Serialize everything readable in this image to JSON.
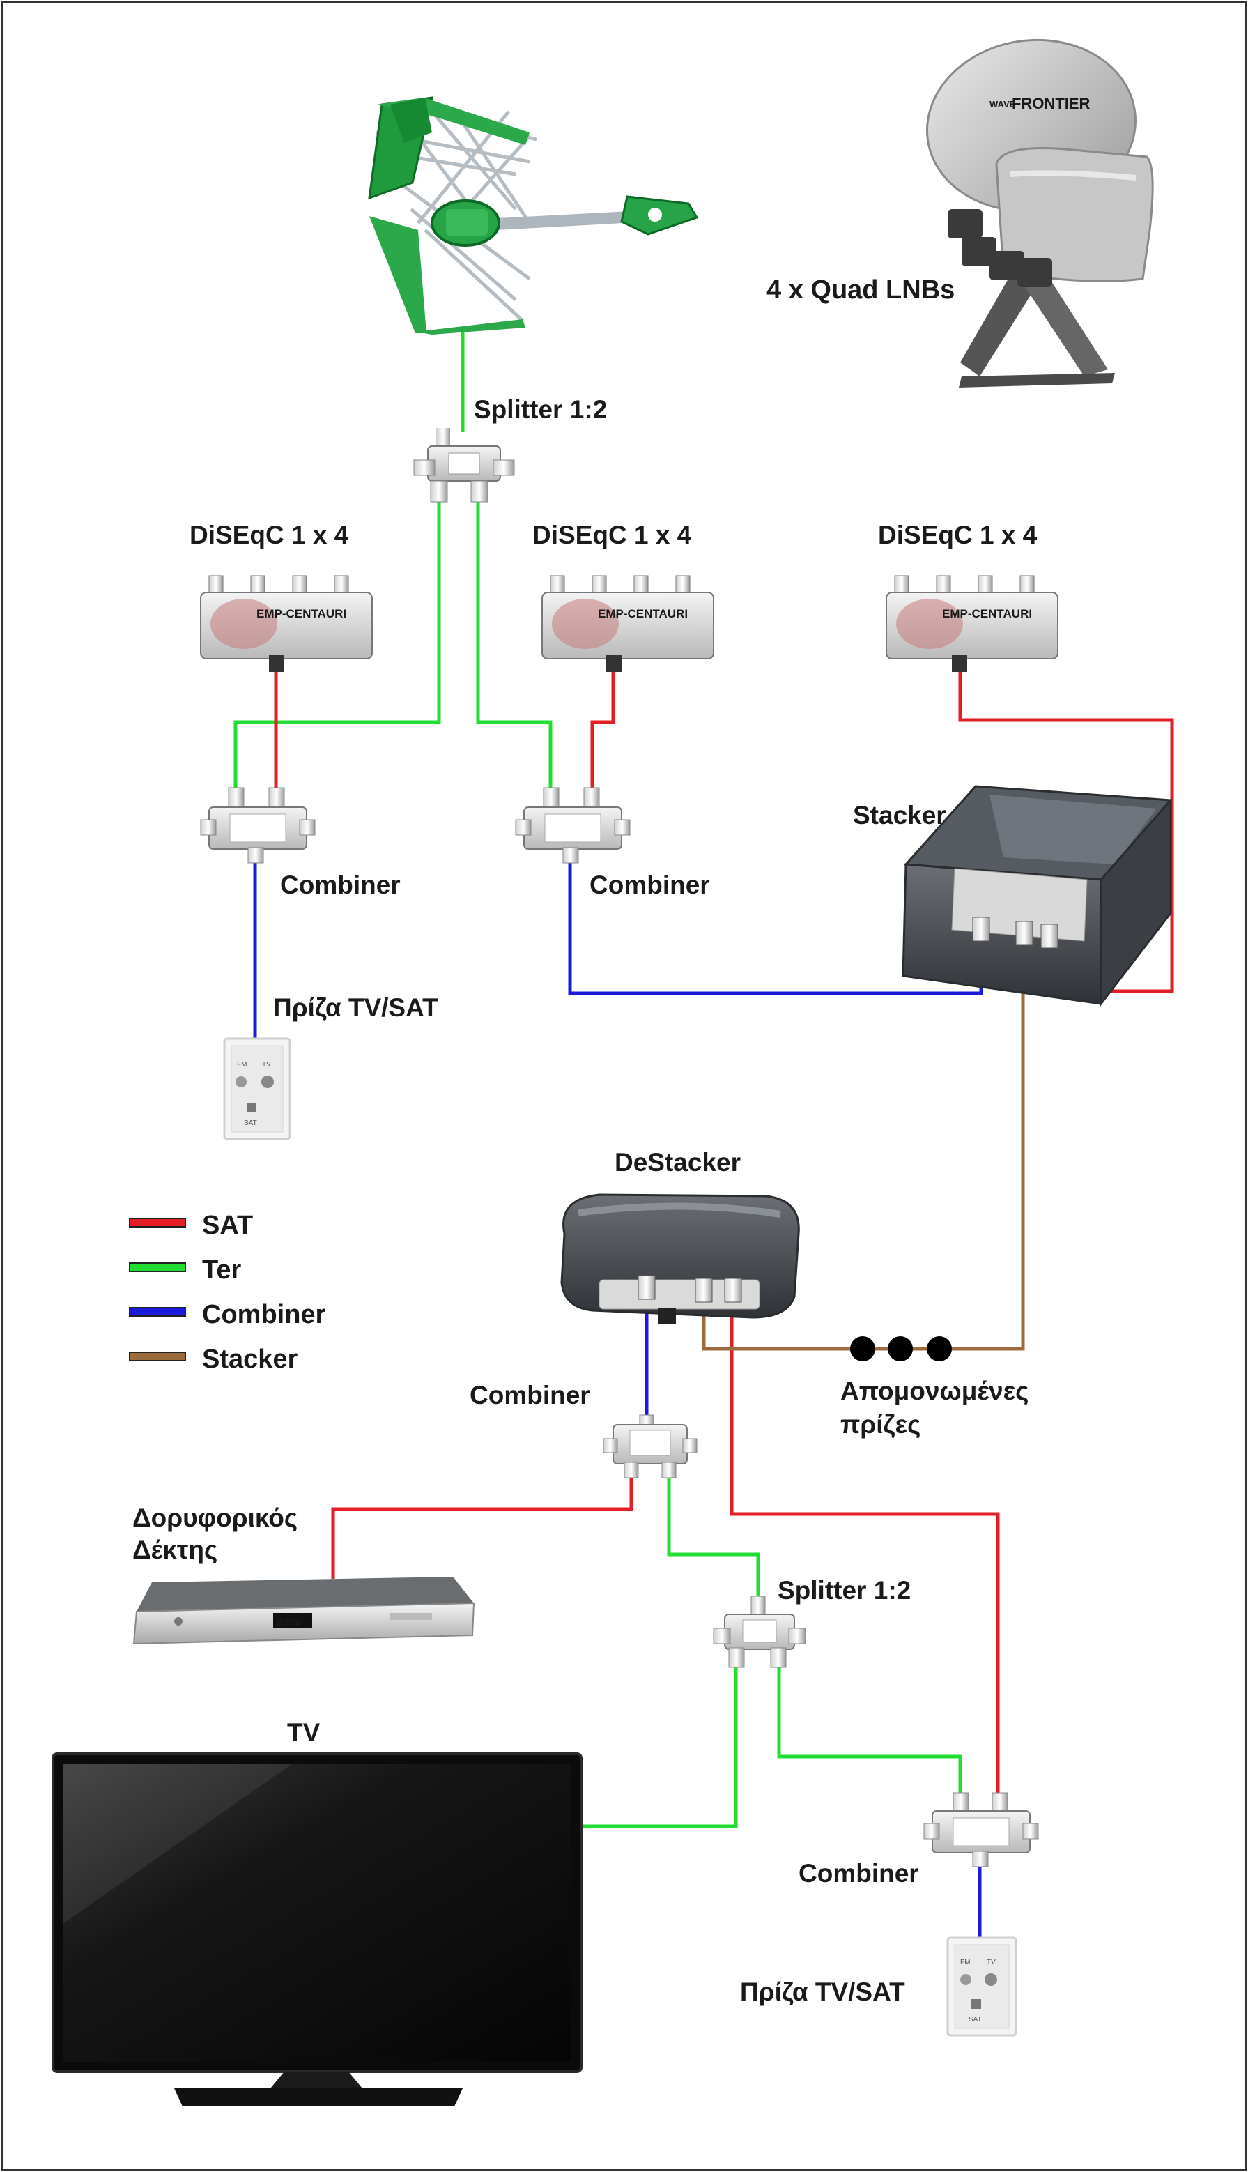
{
  "labels": {
    "lnbs": "4 x Quad LNBs",
    "splitter_top": "Splitter 1:2",
    "diseqc_1": "DiSEqC 1 x 4",
    "diseqc_2": "DiSEqC 1 x 4",
    "diseqc_3": "DiSEqC 1 x 4",
    "combiner_1": "Combiner",
    "combiner_2": "Combiner",
    "stacker": "Stacker",
    "outlet_1": "Πρίζα TV/SAT",
    "destacker": "DeStacker",
    "combiner_3": "Combiner",
    "isolated_outlets_1": "Απομονωμένες",
    "isolated_outlets_2": "πρίζες",
    "receiver_1": "Δορυφορικός",
    "receiver_2": "Δέκτης",
    "splitter_bottom": "Splitter 1:2",
    "tv": "TV",
    "combiner_4": "Combiner",
    "outlet_2": "Πρίζα TV/SAT"
  },
  "legend": [
    {
      "label": "SAT",
      "color": "#e41e26"
    },
    {
      "label": "Ter",
      "color": "#22dd33"
    },
    {
      "label": "Combiner",
      "color": "#1a1adb"
    },
    {
      "label": "Stacker",
      "color": "#9b6b3c"
    }
  ],
  "device_text": {
    "dish_brand": "FRONTIER",
    "dish_brand_prefix": "WAVE",
    "diseqc_brand": "EMP-CENTAURI",
    "receiver_display": "2008",
    "outlet_tv": "TV",
    "outlet_fm": "FM",
    "outlet_sat": "SAT"
  },
  "colors": {
    "sat": "#e41e26",
    "ter": "#22dd33",
    "combiner": "#1a1adb",
    "stacker": "#9b6b3c"
  }
}
